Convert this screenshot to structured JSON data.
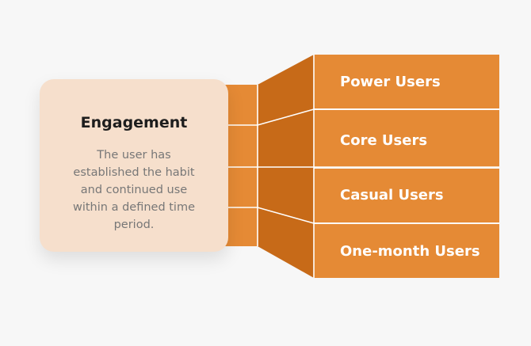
{
  "card": {
    "title": "Engagement",
    "description": "The user has established the habit and continued use within a defined time period."
  },
  "tiers": [
    {
      "label": "Power Users"
    },
    {
      "label": "Core Users"
    },
    {
      "label": "Casual Users"
    },
    {
      "label": "One-month Users"
    }
  ],
  "colors": {
    "bar": "#e58a35",
    "funnel": "#c76a18",
    "card": "#f6dfcc",
    "divider": "#ffffff"
  }
}
